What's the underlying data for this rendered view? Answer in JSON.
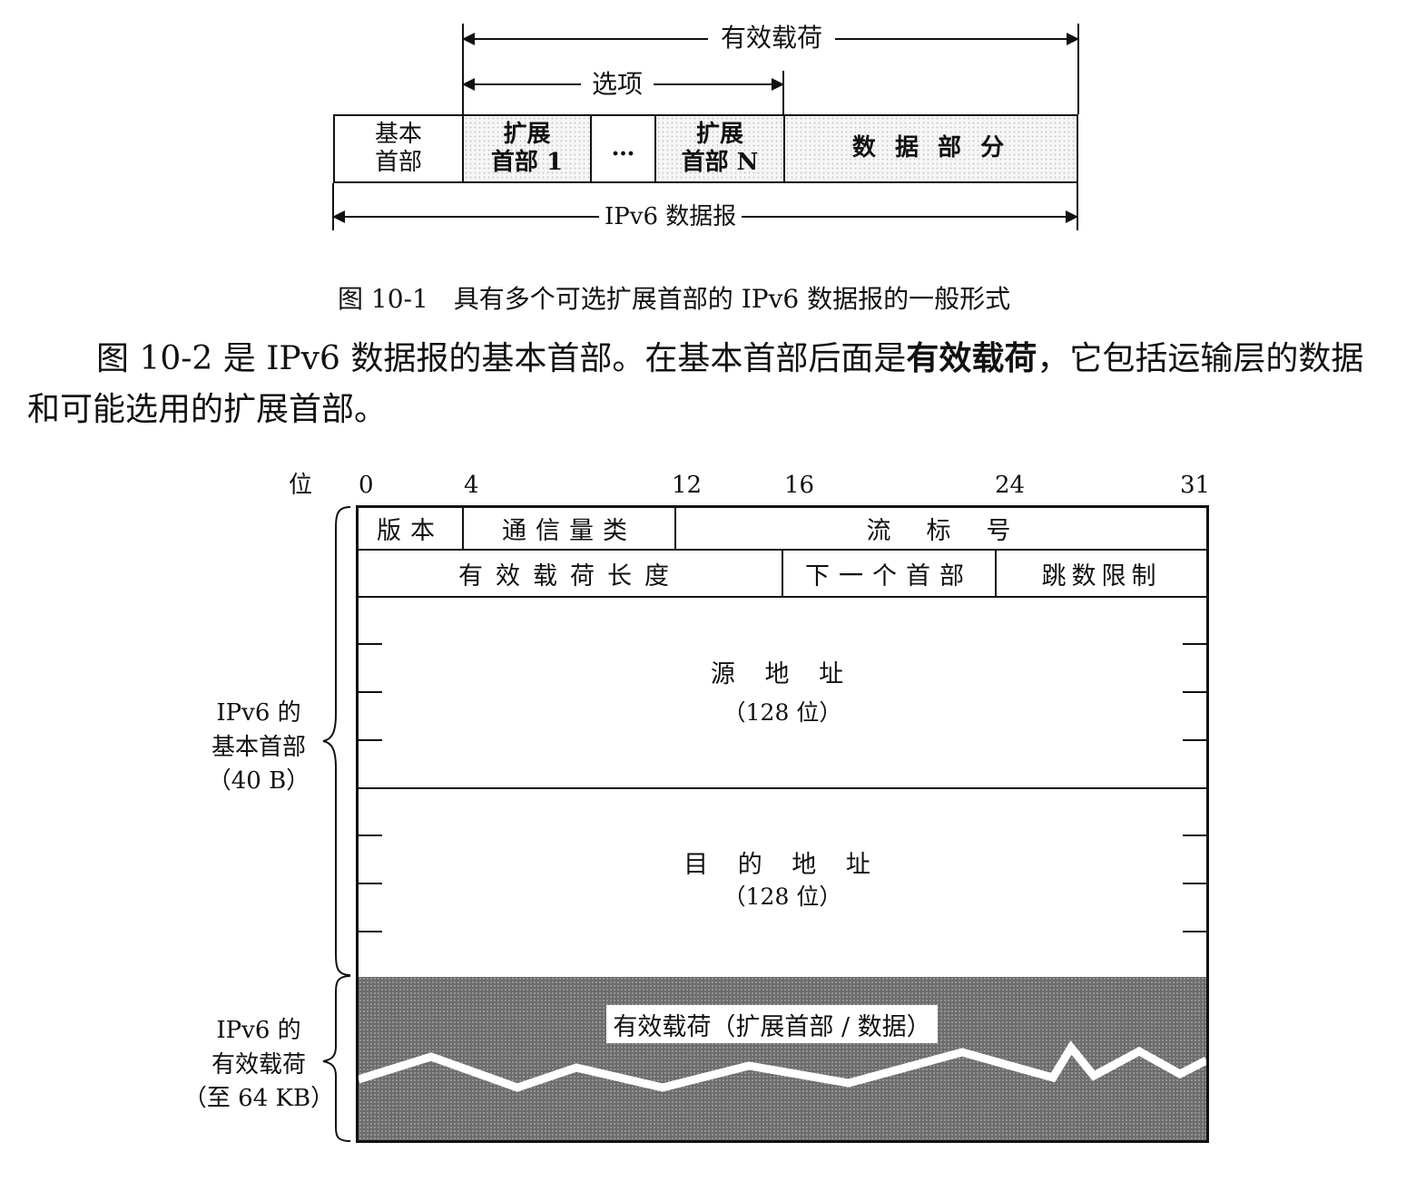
{
  "figure1": {
    "payload_label": "有效载荷",
    "options_label": "选项",
    "datagram_label": "IPv6 数据报",
    "cells": {
      "base_header": [
        "基本",
        "首部"
      ],
      "ext_header_1": [
        "扩展",
        "首部 1"
      ],
      "ellipsis": "…",
      "ext_header_n": [
        "扩展",
        "首部 N"
      ],
      "data_part": "数 据 部 分"
    },
    "caption": "图 10-1　具有多个可选扩展首部的 IPv6 数据报的一般形式"
  },
  "paragraph": {
    "line1_pre": "图 10-2 是 IPv6 数据报的基本首部。在基本首部后面是",
    "line1_bold": "有效载荷",
    "line1_post": "，它包括运输层的数据",
    "line2": "和可能选用的扩展首部。"
  },
  "figure2": {
    "bit_label": "位",
    "bit_numbers": [
      "0",
      "4",
      "12",
      "16",
      "24",
      "31"
    ],
    "fields": {
      "version": "版本",
      "traffic_class": "通信量类",
      "flow_label": "流　标　号",
      "payload_length": "有效载荷长度",
      "next_header": "下一个首部",
      "hop_limit": "跳数限制",
      "source_address": "源 地 址",
      "source_bits": "（128 位）",
      "dest_address": "目 的 地 址",
      "dest_bits": "（128 位）"
    },
    "payload_box_label": "有效载荷（扩展首部 / 数据）",
    "brace_basic": [
      "IPv6 的",
      "基本首部",
      "（40 B）"
    ],
    "brace_payload": [
      "IPv6 的",
      "有效载荷",
      "（至 64 KB）"
    ]
  }
}
